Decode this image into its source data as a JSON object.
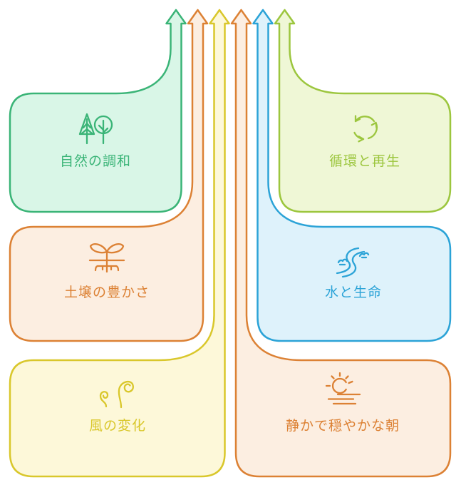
{
  "diagram": {
    "type": "converging-flow",
    "flow": "six rounded nodes whose tails merge upward into six parallel arrows at top center",
    "nodes": [
      {
        "id": "nature-harmony",
        "label": "自然の調和",
        "icon": "trees-icon",
        "color": "#3ab477",
        "fill": "#d9f6e7",
        "side": "left",
        "row": 1
      },
      {
        "id": "cycle-regeneration",
        "label": "循環と再生",
        "icon": "recycle-icon",
        "color": "#9cc63e",
        "fill": "#eff7d6",
        "side": "right",
        "row": 1
      },
      {
        "id": "soil-richness",
        "label": "土壌の豊かさ",
        "icon": "sprout-roots-icon",
        "color": "#dc8134",
        "fill": "#fceee1",
        "side": "left",
        "row": 2
      },
      {
        "id": "water-life",
        "label": "水と生命",
        "icon": "river-icon",
        "color": "#2ba3d7",
        "fill": "#def2fb",
        "side": "right",
        "row": 2
      },
      {
        "id": "wind-change",
        "label": "風の変化",
        "icon": "wind-swirl-icon",
        "color": "#d9c72b",
        "fill": "#fdf8d9",
        "side": "left",
        "row": 3
      },
      {
        "id": "calm-morning",
        "label": "静かで穏やかな朝",
        "icon": "sunrise-icon",
        "color": "#dc8134",
        "fill": "#fceee1",
        "side": "right",
        "row": 3
      }
    ]
  }
}
